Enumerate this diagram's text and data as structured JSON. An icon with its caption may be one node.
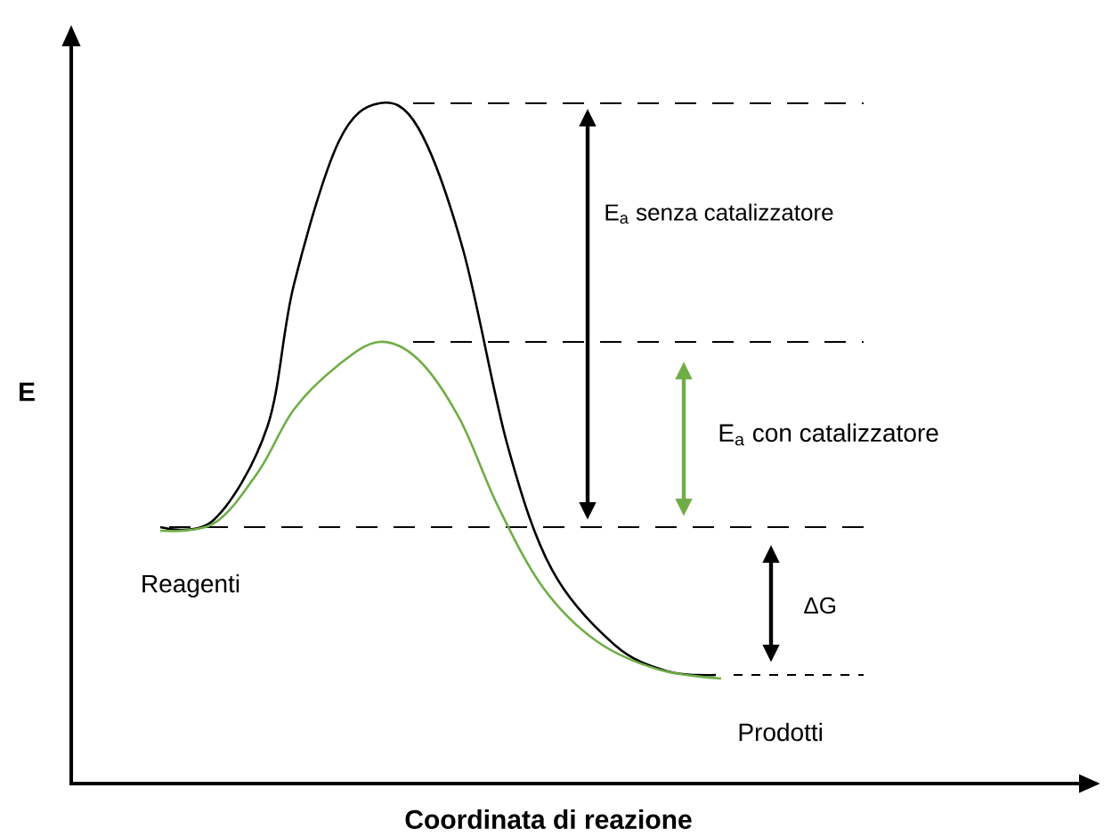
{
  "diagram": {
    "labels": [
      "E",
      "Coordinata di reazione",
      "E$_{a}$ senza catalizzatore",
      "E$_{a}$ con catalizzatore",
      "ΔG",
      "Reagenti",
      "Prodotti"
    ]
  }
}
